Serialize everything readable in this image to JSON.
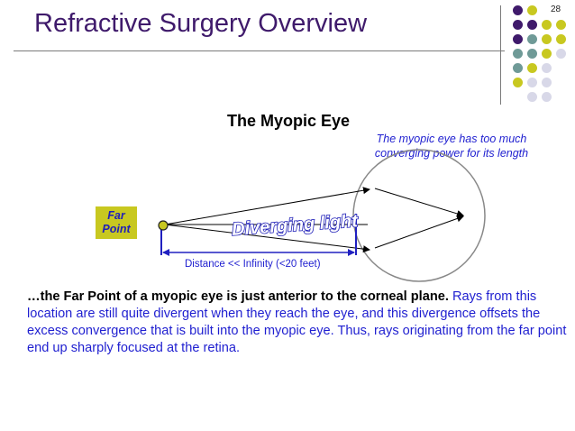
{
  "header": {
    "title": "Refractive Surgery Overview",
    "page_number": "28"
  },
  "diagram": {
    "subtitle": "The Myopic Eye",
    "callout": "The myopic eye has too much converging power for its length",
    "far_point_line1": "Far",
    "far_point_line2": "Point",
    "rays_label": "Diverging light",
    "distance_label": "Distance << Infinity (<20 feet)"
  },
  "body": {
    "bold_text": "…the Far Point of a myopic eye is just anterior to the corneal plane.",
    "text": " Rays from this location are still quite divergent when they reach the eye, and this divergence offsets the excess convergence that is built into the myopic eye. Thus, rays originating from the far point end up sharply focused at the retina."
  },
  "colors": {
    "purple": "#3f1a6b",
    "teal": "#6f9a97",
    "olive": "#c8c820",
    "lavender": "#d8d8e8",
    "blue_text": "#1f1fd0"
  }
}
